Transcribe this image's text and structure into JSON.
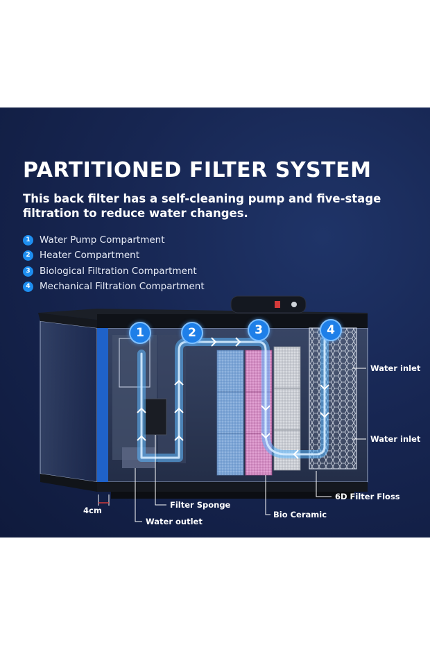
{
  "headline": "PARTITIONED FILTER SYSTEM",
  "subheadline": "This back filter has a self-cleaning pump and five-stage filtration to reduce water changes.",
  "compartments": [
    {
      "num": "1",
      "label": "Water Pump Compartment"
    },
    {
      "num": "2",
      "label": "Heater Compartment"
    },
    {
      "num": "3",
      "label": "Biological Filtration Compartment"
    },
    {
      "num": "4",
      "label": "Mechanical Filtration Compartment"
    }
  ],
  "callouts": {
    "water_inlet_top": "Water inlet",
    "water_inlet_bottom": "Water inlet",
    "filter_floss": "6D Filter Floss",
    "bio_ceramic": "Bio Ceramic",
    "filter_sponge": "Filter Sponge",
    "water_outlet": "Water outlet",
    "dimension": "4cm"
  },
  "colors": {
    "background": "#172652",
    "accent_blue": "#1e8ef0",
    "flow_line": "#5cb8ff",
    "white": "#ffffff"
  }
}
